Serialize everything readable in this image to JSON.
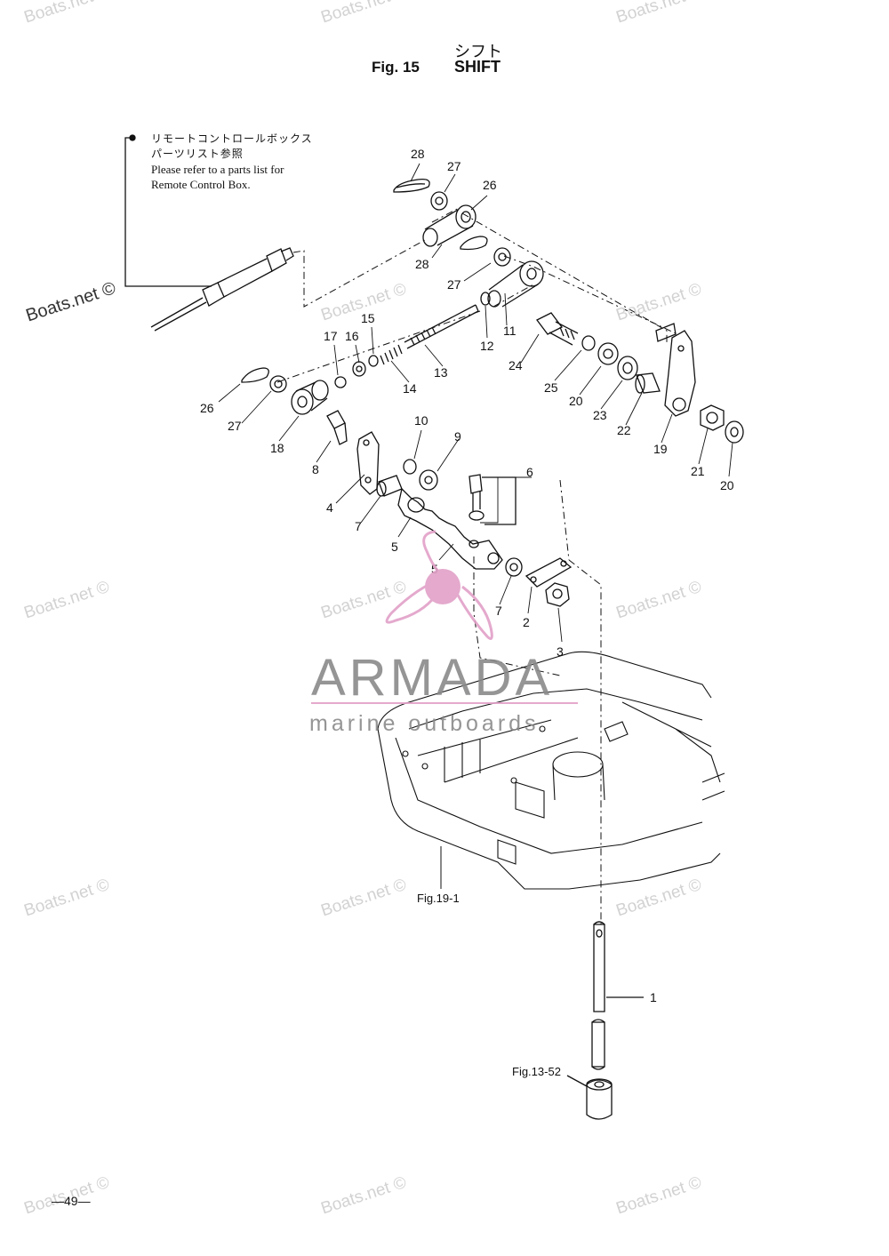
{
  "figure": {
    "number": "Fig. 15",
    "title_jp": "シフト",
    "title_en": "SHIFT"
  },
  "note": {
    "jp_line1": "リモートコントロールボックス",
    "jp_line2": "パーツリスト参照",
    "en_line1": "Please refer to a parts list for",
    "en_line2": "Remote Control Box."
  },
  "refs": {
    "fig19": "Fig.19-1",
    "fig13": "Fig.13-52"
  },
  "page_number": "—49—",
  "watermark": "Boats.net ©",
  "logo": {
    "name": "ARMADA",
    "tagline": "marine outboards",
    "color": "#e2a0c8"
  },
  "part_labels": [
    {
      "id": "28",
      "text": "28"
    },
    {
      "id": "27a",
      "text": "27"
    },
    {
      "id": "26a",
      "text": "26"
    },
    {
      "id": "28b",
      "text": "28"
    },
    {
      "id": "27b",
      "text": "27"
    },
    {
      "id": "15",
      "text": "15"
    },
    {
      "id": "17",
      "text": "17"
    },
    {
      "id": "16",
      "text": "16"
    },
    {
      "id": "12",
      "text": "12"
    },
    {
      "id": "11",
      "text": "11"
    },
    {
      "id": "13",
      "text": "13"
    },
    {
      "id": "14",
      "text": "14"
    },
    {
      "id": "24",
      "text": "24"
    },
    {
      "id": "25",
      "text": "25"
    },
    {
      "id": "20a",
      "text": "20"
    },
    {
      "id": "23",
      "text": "23"
    },
    {
      "id": "22",
      "text": "22"
    },
    {
      "id": "19",
      "text": "19"
    },
    {
      "id": "21",
      "text": "21"
    },
    {
      "id": "20b",
      "text": "20"
    },
    {
      "id": "26b",
      "text": "26"
    },
    {
      "id": "27c",
      "text": "27"
    },
    {
      "id": "18",
      "text": "18"
    },
    {
      "id": "8",
      "text": "8"
    },
    {
      "id": "10",
      "text": "10"
    },
    {
      "id": "9",
      "text": "9"
    },
    {
      "id": "6",
      "text": "6"
    },
    {
      "id": "4",
      "text": "4"
    },
    {
      "id": "7a",
      "text": "7"
    },
    {
      "id": "5a",
      "text": "5"
    },
    {
      "id": "5b",
      "text": "5"
    },
    {
      "id": "7b",
      "text": "7"
    },
    {
      "id": "2",
      "text": "2"
    },
    {
      "id": "3",
      "text": "3"
    },
    {
      "id": "1",
      "text": "1"
    }
  ]
}
